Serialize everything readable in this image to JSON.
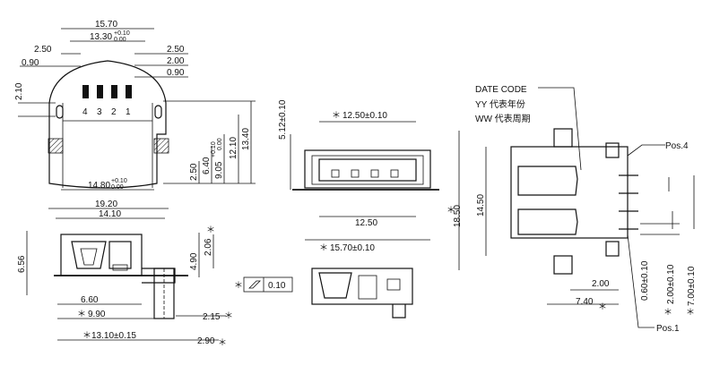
{
  "views": {
    "top": {
      "dims": {
        "overall_width": "15.70",
        "inner_width": "13.30",
        "inner_width_tol_up": "+0.10",
        "inner_width_tol_down": "0.00",
        "pitch_left": "2.50",
        "pitch_right": "2.50",
        "pad_2_00": "2.00",
        "left_0_90": "0.90",
        "right_0_90": "0.90",
        "height_2_10": "2.10",
        "body_14_80": "14.80",
        "body_14_80_tol_up": "+0.10",
        "body_14_80_tol_down": "0.00",
        "overall_19_20": "19.20",
        "h_13_40": "13.40",
        "h_12_10": "12.10",
        "h_9_05": "9.05",
        "h_9_05_tol_up": "+0.10",
        "h_9_05_tol_down": "0.00",
        "h_6_40": "6.40",
        "h_2_50": "2.50"
      },
      "pin_labels": [
        "4",
        "3",
        "2",
        "1"
      ]
    },
    "front": {
      "dims": {
        "top_h": "5.12±0.10",
        "inner_w": "12.50±0.10",
        "body_w": "12.50",
        "overall_w": "15.70±0.10",
        "asterisk": "＊"
      }
    },
    "side": {
      "dims": {
        "w_14_10": "14.10",
        "h_6_56": "6.56",
        "h_4_90": "4.90",
        "h_2_06": "2.06",
        "d_6_60": "6.60",
        "d_9_90": "9.90",
        "d_13_10": "13.10±0.15",
        "d_2_15": "2.15",
        "d_2_90": "2.90",
        "flatness": "0.10"
      }
    },
    "pcb": {
      "date_code_title": "DATE CODE",
      "date_code_line1": "YY 代表年份",
      "date_code_line2": "WW 代表周期",
      "pos4": "Pos.4",
      "pos1": "Pos.1",
      "dims": {
        "h_18_50": "18.50",
        "h_14_50": "14.50",
        "d_2_00": "2.00",
        "d_7_40": "7.40",
        "v_0_60": "0.60±0.10",
        "v_2_00": "2.00±0.10",
        "v_7_00": "7.00±0.10"
      }
    }
  }
}
